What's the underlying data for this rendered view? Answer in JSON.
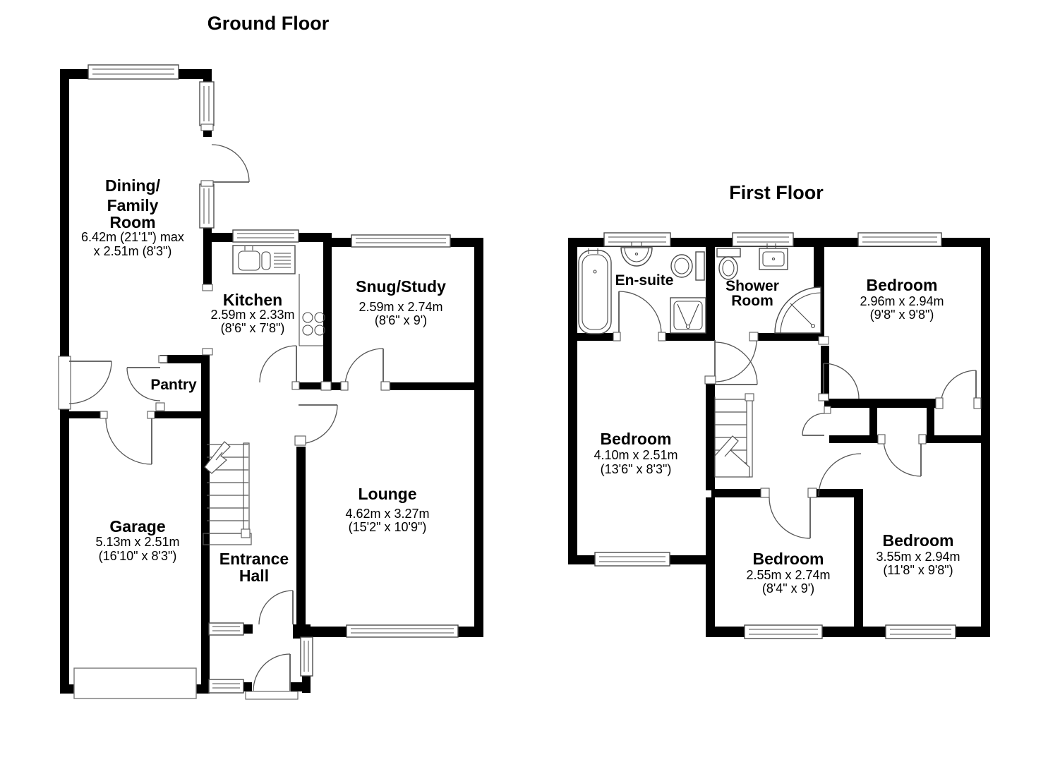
{
  "colors": {
    "wall": "#000000",
    "line": "#565656",
    "background": "#ffffff"
  },
  "ground_floor": {
    "title": "Ground Floor",
    "rooms": {
      "dining": {
        "line1": "Dining/",
        "line2": "Family",
        "line3": "Room",
        "dim1": "6.42m (21'1\") max",
        "dim2": "x 2.51m (8'3\")"
      },
      "kitchen": {
        "name": "Kitchen",
        "dim1": "2.59m x 2.33m",
        "dim2": "(8'6\" x 7'8\")"
      },
      "snug": {
        "name": "Snug/Study",
        "dim1": "2.59m x 2.74m",
        "dim2": "(8'6\" x 9')"
      },
      "pantry": {
        "name": "Pantry"
      },
      "garage": {
        "name": "Garage",
        "dim1": "5.13m x 2.51m",
        "dim2": "(16'10\" x 8'3\")"
      },
      "entrance": {
        "line1": "Entrance",
        "line2": "Hall"
      },
      "lounge": {
        "name": "Lounge",
        "dim1": "4.62m x 3.27m",
        "dim2": "(15'2\" x 10'9\")"
      }
    }
  },
  "first_floor": {
    "title": "First Floor",
    "rooms": {
      "ensuite": {
        "name": "En-suite"
      },
      "shower": {
        "line1": "Shower",
        "line2": "Room"
      },
      "bedroom_top_right": {
        "name": "Bedroom",
        "dim1": "2.96m x 2.94m",
        "dim2": "(9'8\" x 9'8\")"
      },
      "bedroom_left": {
        "name": "Bedroom",
        "dim1": "4.10m x 2.51m",
        "dim2": "(13'6\" x 8'3\")"
      },
      "bedroom_middle": {
        "name": "Bedroom",
        "dim1": "2.55m x 2.74m",
        "dim2": "(8'4\" x 9')"
      },
      "bedroom_bottom_right": {
        "name": "Bedroom",
        "dim1": "3.55m x 2.94m",
        "dim2": "(11'8\" x 9'8\")"
      }
    }
  }
}
